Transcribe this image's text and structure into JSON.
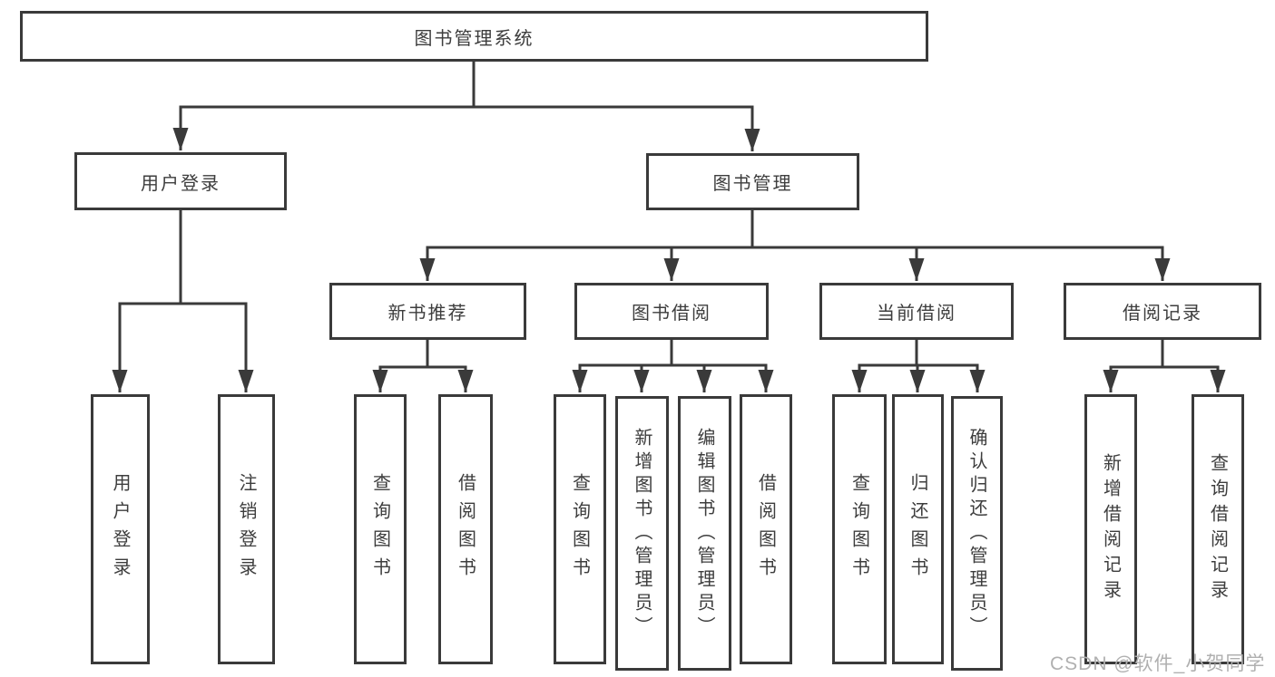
{
  "nodes": {
    "root": {
      "label": "图书管理系统"
    },
    "user_login": {
      "label": "用户登录"
    },
    "book_mgmt": {
      "label": "图书管理"
    },
    "new_books": {
      "label": "新书推荐"
    },
    "book_borrow": {
      "label": "图书借阅"
    },
    "current_borrow": {
      "label": "当前借阅"
    },
    "borrow_records": {
      "label": "借阅记录"
    },
    "leaf_user_login": {
      "label": "用户登录"
    },
    "leaf_logout": {
      "label": "注销登录"
    },
    "leaf_nb_query": {
      "label": "查询图书"
    },
    "leaf_nb_borrow": {
      "label": "借阅图书"
    },
    "leaf_bb_query": {
      "label": "查询图书"
    },
    "leaf_bb_add": {
      "label": "新增图书（管理员）"
    },
    "leaf_bb_edit": {
      "label": "编辑图书（管理员）"
    },
    "leaf_bb_borrow": {
      "label": "借阅图书"
    },
    "leaf_cb_query": {
      "label": "查询图书"
    },
    "leaf_cb_return": {
      "label": "归还图书"
    },
    "leaf_cb_confirm": {
      "label": "确认归还（管理员）"
    },
    "leaf_br_add": {
      "label": "新增借阅记录"
    },
    "leaf_br_query": {
      "label": "查询借阅记录"
    }
  },
  "watermark": "CSDN @软件_小贺同学",
  "colors": {
    "line": "#3a3a3a",
    "border": "#3a3a3a",
    "text": "#3d3d3d",
    "watermark": "#b0b0b0"
  }
}
